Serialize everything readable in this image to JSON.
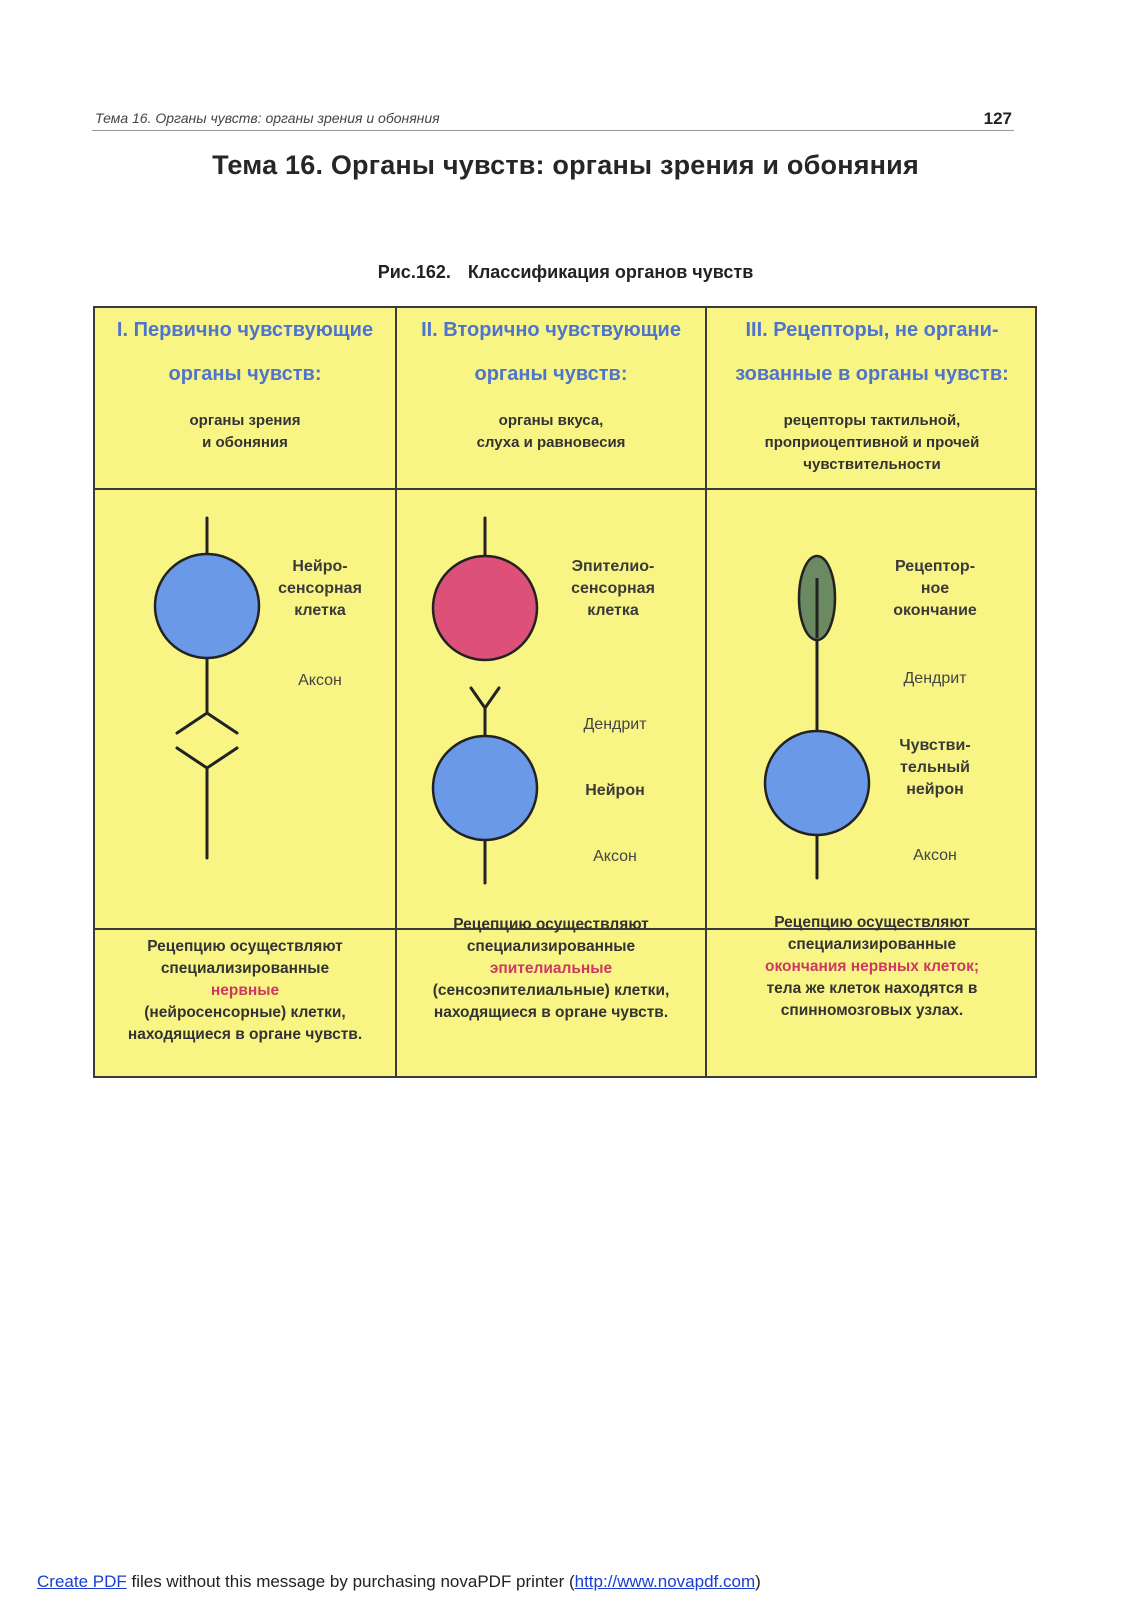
{
  "header": {
    "running_title": "Тема 16. Органы чувств: органы зрения и обоняния",
    "page_number": "127"
  },
  "title": "Тема 16. Органы чувств: органы зрения и обоняния",
  "figure": {
    "label": "Рис.162.",
    "caption": "Классификация органов чувств"
  },
  "columns": [
    {
      "heading_line1": "I. Первично чувствующие",
      "heading_line2": "органы чувств:",
      "subtitle": "органы зрения\nи обоняния",
      "labels": {
        "cell": "Нейро-\nсенсорная\nклетка",
        "axon": "Аксон"
      },
      "footer": [
        {
          "text": "Рецепцию осуществляют",
          "red": false
        },
        {
          "text": "специализированные",
          "red": false
        },
        {
          "text": "нервные",
          "red": true
        },
        {
          "text": "(нейросенсорные) клетки,",
          "red": false
        },
        {
          "text": "находящиеся в органе чувств.",
          "red": false
        }
      ]
    },
    {
      "heading_line1": "II. Вторично чувствующие",
      "heading_line2": "органы чувств:",
      "subtitle": "органы вкуса,\nслуха и равновесия",
      "labels": {
        "cell": "Эпителио-\nсенсорная\nклетка",
        "dendrite": "Дендрит",
        "neuron": "Нейрон",
        "axon": "Аксон"
      },
      "footer": [
        {
          "text": "Рецепцию осуществляют",
          "red": false
        },
        {
          "text": "специализированные",
          "red": false
        },
        {
          "text": "эпителиальные",
          "red": true
        },
        {
          "text": "(сенсоэпителиальные) клетки,",
          "red": false
        },
        {
          "text": "находящиеся в органе чувств.",
          "red": false
        }
      ]
    },
    {
      "heading_line1": "III. Рецепторы, не органи-",
      "heading_line2": "зованные в органы чувств:",
      "subtitle": "рецепторы тактильной,\nпроприоцептивной и прочей\nчувствительности",
      "labels": {
        "ending": "Рецептор-\nное\nокончание",
        "dendrite": "Дендрит",
        "neuron": "Чувстви-\nтельный\nнейрон",
        "axon": "Аксон"
      },
      "footer": [
        {
          "text": "Рецепцию осуществляют",
          "red": false
        },
        {
          "text": "специализированные",
          "red": false
        },
        {
          "text": "окончания нервных клеток;",
          "red": true
        },
        {
          "text": "тела же клеток находятся в",
          "red": false
        },
        {
          "text": "спинномозговых узлах.",
          "red": false
        }
      ]
    }
  ],
  "colors": {
    "panel_bg": "#f9f585",
    "heading_blue": "#4e74cd",
    "highlight_red": "#cc3a62",
    "neuron_blue": "#6a99e8",
    "epithelial_pink": "#dd5077",
    "ending_green": "#6b8a62"
  },
  "footer_note": {
    "link1": "Create PDF",
    "middle": " files without this message by purchasing novaPDF printer (",
    "link2": "http://www.novapdf.com",
    "end": ")"
  }
}
